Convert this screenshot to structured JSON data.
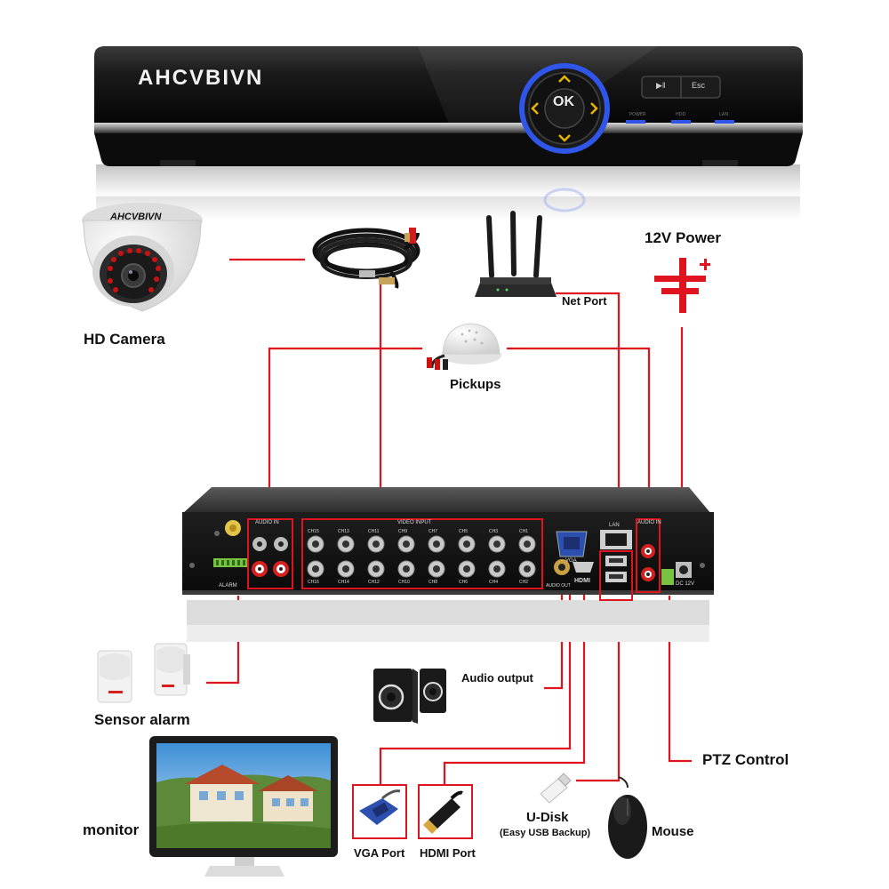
{
  "brand": {
    "name": "AHCVBIVN",
    "camera_logo": "AHCVBIVN"
  },
  "front_panel": {
    "ok_label": "OK",
    "play_label": "▶‖",
    "esc_label": "Esc"
  },
  "labels": {
    "hd_camera": "HD Camera",
    "power": "12V Power",
    "net_port": "Net Port",
    "pickups": "Pickups",
    "audio_output": "Audio output",
    "sensor_alarm": "Sensor alarm",
    "ptz_control": "PTZ Control",
    "monitor": "monitor",
    "vga_port": "VGA Port",
    "hdmi_port": "HDMI Port",
    "u_disk": "U-Disk",
    "u_disk_note": "(Easy USB Backup)",
    "mouse": "Mouse"
  },
  "rear_panel": {
    "audio_in_left": "AUDIO IN",
    "video_input": "VIDEO INPUT",
    "audio_in_right": "AUDIO IN",
    "alarm": "ALARM",
    "vga": "VGA",
    "lan": "LAN",
    "audio_out": "AUDIO OUT",
    "hdmi": "HDMI",
    "dc": "DC 12V",
    "channels_top": [
      "CH15",
      "CH13",
      "CH11",
      "CH9",
      "CH7",
      "CH5",
      "CH3",
      "CH1"
    ],
    "channels_bottom": [
      "CH16",
      "CH14",
      "CH12",
      "CH10",
      "CH8",
      "CH6",
      "CH4",
      "CH2"
    ]
  },
  "colors": {
    "connector_line": "#e0141e",
    "device_black": "#141414",
    "panel_blue": "#2f56e8"
  },
  "icons": [
    "dvr-front-panel",
    "dome-camera-icon",
    "coax-cable-icon",
    "router-icon",
    "power-symbol-icon",
    "microphone-pickup-icon",
    "dvr-rear-panel",
    "pir-sensor-icon",
    "speaker-icon",
    "monitor-icon",
    "vga-connector-icon",
    "hdmi-connector-icon",
    "usb-disk-icon",
    "mouse-icon"
  ]
}
